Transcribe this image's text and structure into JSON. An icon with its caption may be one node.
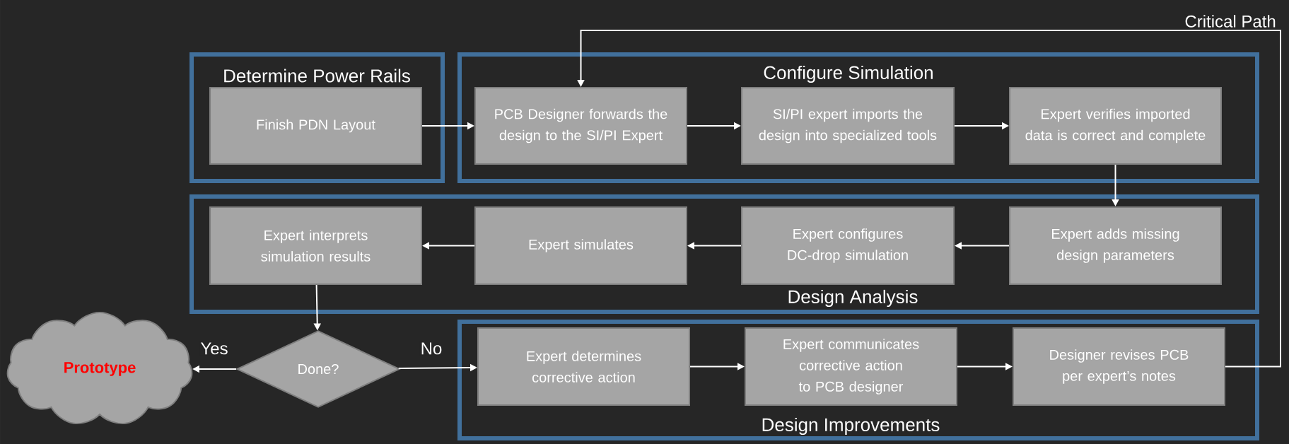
{
  "diagram": {
    "nodes": [
      {
        "text": [
          "Determine Power Rails"
        ]
      },
      {
        "text": [
          "Finish PDN Layout"
        ],
        "in": 0
      },
      {
        "text": [
          "Configure Simulation"
        ]
      },
      {
        "text": [
          "PCB Designer forwards the design to the SI/PI Expert"
        ],
        "in": 2
      },
      {
        "text": [
          "SI/PI expert imports the design into specialized tools"
        ],
        "in": 2
      },
      {
        "text": [
          "Expert verifies imported data is correct and complete"
        ],
        "in": 2
      },
      {
        "text": [
          "Design Analysis"
        ]
      },
      {
        "text": [
          "Expert interprets simulation results"
        ],
        "in": 6
      },
      {
        "text": [
          "Expert simulates"
        ],
        "in": 6
      },
      {
        "text": [
          "Expert configures DC-drop simulation"
        ],
        "in": 6
      },
      {
        "text": [
          "Expert adds missing design parameters"
        ],
        "in": 6
      },
      {
        "text": [
          "Prototype"
        ]
      },
      {
        "text": [
          "Done?"
        ]
      },
      {
        "text": [
          "Design Improvements"
        ]
      },
      {
        "text": [
          "Expert determines corrective action"
        ],
        "in": 13
      },
      {
        "text": [
          "Expert communicates corrective action to PCB designer"
        ],
        "in": 13
      },
      {
        "text": [
          "Designer revises PCB per expert’s notes"
        ],
        "in": 13
      }
    ],
    "edges": [
      {
        "from": 1,
        "to": 3,
        "arrow": "to"
      },
      {
        "from": 3,
        "to": 4,
        "arrow": "to"
      },
      {
        "from": 4,
        "to": 5,
        "arrow": "to"
      },
      {
        "from": 5,
        "to": 10,
        "arrow": "to"
      },
      {
        "from": 10,
        "to": 9,
        "arrow": "to"
      },
      {
        "from": 9,
        "to": 8,
        "arrow": "to"
      },
      {
        "from": 8,
        "to": 7,
        "arrow": "to"
      },
      {
        "from": 7,
        "to": 12,
        "arrow": "to"
      },
      {
        "from": 12,
        "to": 11,
        "arrow": "to",
        "label": "Yes"
      },
      {
        "from": 12,
        "to": 14,
        "arrow": "to",
        "label": "No"
      },
      {
        "from": 14,
        "to": 15,
        "arrow": "to"
      },
      {
        "from": 15,
        "to": 16,
        "arrow": "to"
      },
      {
        "from": 16,
        "to": 3,
        "arrow": "to",
        "label": "Critical Path"
      }
    ]
  }
}
